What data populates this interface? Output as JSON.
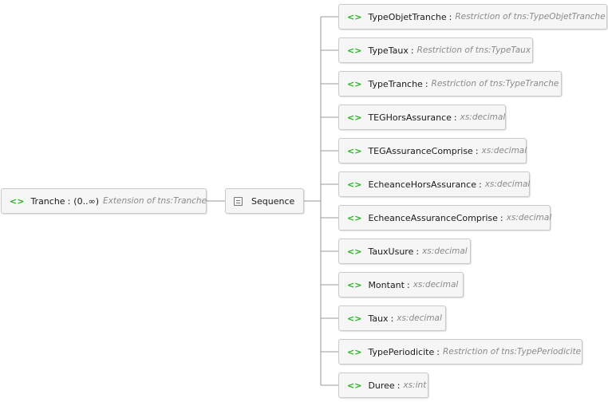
{
  "root": {
    "name": "Tranche",
    "cardinality": "(0..∞)",
    "type": "Extension of tns:Tranche"
  },
  "sequence": {
    "label": "Sequence"
  },
  "children": [
    {
      "name": "TypeObjetTranche",
      "type": "Restriction of tns:TypeObjetTranche"
    },
    {
      "name": "TypeTaux",
      "type": "Restriction of tns:TypeTaux"
    },
    {
      "name": "TypeTranche",
      "type": "Restriction of tns:TypeTranche"
    },
    {
      "name": "TEGHorsAssurance",
      "type": "xs:decimal"
    },
    {
      "name": "TEGAssuranceComprise",
      "type": "xs:decimal"
    },
    {
      "name": "EcheanceHorsAssurance",
      "type": "xs:decimal"
    },
    {
      "name": "EcheanceAssuranceComprise",
      "type": "xs:decimal"
    },
    {
      "name": "TauxUsure",
      "type": "xs:decimal"
    },
    {
      "name": "Montant",
      "type": "xs:decimal"
    },
    {
      "name": "Taux",
      "type": "xs:decimal"
    },
    {
      "name": "TypePeriodicite",
      "type": "Restriction of tns:TypePeriodicite"
    },
    {
      "name": "Duree",
      "type": "xs:int"
    }
  ],
  "colors": {
    "element_icon": "#22b21d",
    "connector": "#9a9a9a",
    "type_text": "#8a8a8a"
  },
  "icons": {
    "element": "element-icon",
    "sequence": "sequence-icon"
  }
}
